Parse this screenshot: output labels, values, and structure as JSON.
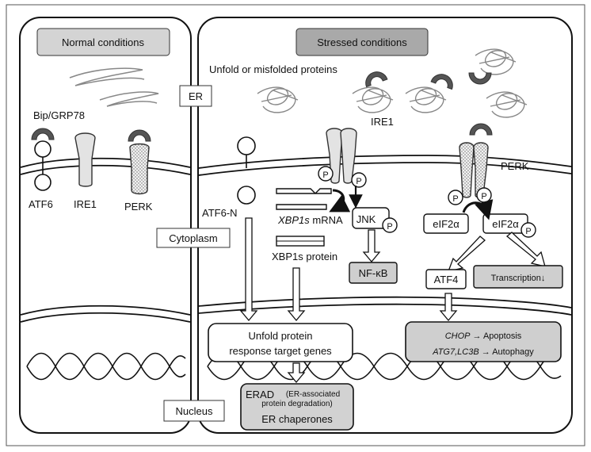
{
  "panels": {
    "normal_title": "Normal conditions",
    "stressed_title": "Stressed conditions"
  },
  "compartments": {
    "er": "ER",
    "cytoplasm": "Cytoplasm",
    "nucleus": "Nucleus"
  },
  "normal": {
    "bip": "Bip/GRP78",
    "atf6": "ATF6",
    "ire1": "IRE1",
    "perk": "PERK"
  },
  "stressed": {
    "unfolded": "Unfold or misfolded proteins",
    "ire1": "IRE1",
    "perk": "PERK",
    "atf6n": "ATF6-N",
    "xbp1s_mrna_italic": "XBP1s",
    "xbp1s_mrna_rest": " mRNA",
    "xbp1s_protein": "XBP1s protein",
    "jnk": "JNK",
    "nfkb": "NF-κB",
    "eif2a_left": "eIF2α",
    "eif2a_right": "eIF2α",
    "atf4": "ATF4",
    "transcription": "Transcription↓",
    "upr_line1": "Unfold protein",
    "upr_line2": "response target genes",
    "chop_italic": "CHOP",
    "chop_rest": " → Apoptosis",
    "atg_italic": "ATG7,LC3B",
    "atg_rest": " → Autophagy",
    "erad_title": "ERAD",
    "erad_paren1": "(ER-associated",
    "erad_paren2": "protein degradation)",
    "er_chaperones": "ER chaperones",
    "phospho": "P"
  }
}
